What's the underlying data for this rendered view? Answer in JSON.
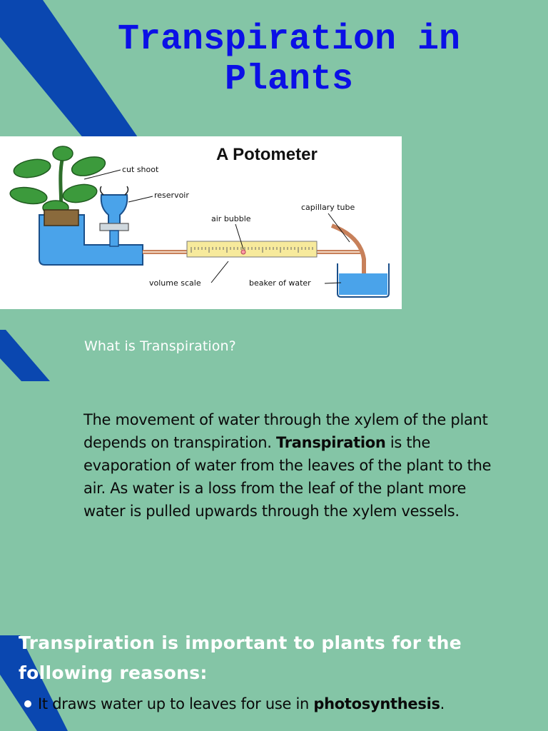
{
  "title": {
    "line1": "Transpiration in",
    "line2": "Plants"
  },
  "diagram": {
    "title": "A Potometer",
    "labels": {
      "cut_shoot": "cut shoot",
      "reservoir": "reservoir",
      "air_bubble": "air bubble",
      "capillary_tube": "capillary tube",
      "volume_scale": "volume scale",
      "beaker_of_water": "beaker of water"
    }
  },
  "section": {
    "question": "What is Transpiration?",
    "definition": {
      "part1": "The movement of water through the xylem of the plant depends on transpiration. ",
      "bold": "Transpiration",
      "part2": "  is the evaporation of water from the leaves of the plant to the air.  As water is a loss from the leaf of the plant more water is pulled upwards through the xylem vessels."
    }
  },
  "reasons": {
    "heading": "Transpiration is important to plants for the following reasons:",
    "items": [
      {
        "text": "It draws water up to leaves for use in ",
        "bold": "photosynthesis",
        "end": "."
      }
    ]
  },
  "colors": {
    "background": "#84c5a6",
    "stripe": "#0a47b0",
    "title": "#0b10e6",
    "water": "#4aa3ea"
  }
}
